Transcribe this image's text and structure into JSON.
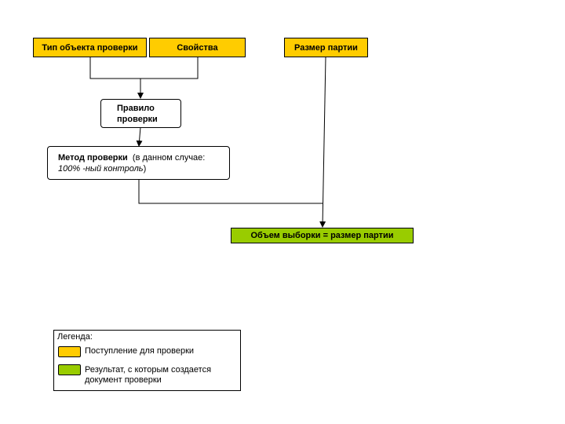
{
  "inputs": {
    "object_type": "Тип объекта проверки",
    "properties": "Свойства",
    "lot_size": "Размер партии"
  },
  "rule": {
    "line1": "Правило",
    "line2": "проверки"
  },
  "method": {
    "title": "Метод проверки",
    "note_prefix": "(в данном случае:",
    "note_italic": "100% -ный контроль",
    "note_suffix": ")"
  },
  "result": {
    "label": "Объем выборки  = размер партии"
  },
  "legend": {
    "title": "Легенда:",
    "items": [
      {
        "color": "#ffcc00",
        "line1": "Поступление для проверки",
        "line2": ""
      },
      {
        "color": "#99cc00",
        "line1": "Результат, с которым создается",
        "line2": "документ проверки"
      }
    ]
  },
  "colors": {
    "input": "#ffcc00",
    "result": "#99cc00"
  }
}
